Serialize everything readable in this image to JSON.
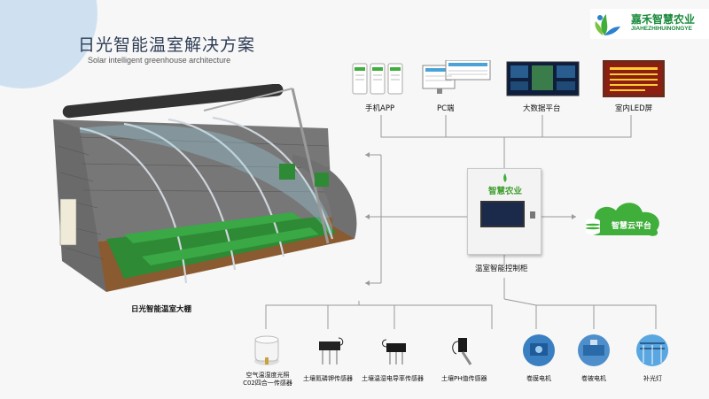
{
  "header": {
    "title": "日光智能温室解决方案",
    "subtitle": "Solar intelligent greenhouse architecture"
  },
  "brand": {
    "name_cn": "嘉禾智慧农业",
    "name_en": "JIAHEZHIHUINONGYE",
    "color": "#1a8a3c"
  },
  "displays": [
    {
      "label": "手机APP",
      "icon": "mobile-app-screens"
    },
    {
      "label": "PC端",
      "icon": "pc-screens"
    },
    {
      "label": "大数据平台",
      "icon": "big-data-dashboard"
    },
    {
      "label": "室内LED屏",
      "icon": "led-screen"
    }
  ],
  "greenhouse": {
    "label": "日光智能温室大棚"
  },
  "controller": {
    "label": "温室智能控制柜",
    "panel_text": "智慧农业"
  },
  "cloud": {
    "label": "智慧云平台"
  },
  "sensors": [
    {
      "label_line1": "空气温湿度光照",
      "label_line2": "C02四合一传感器"
    },
    {
      "label_line1": "土壤氮磷钾传感器",
      "label_line2": ""
    },
    {
      "label_line1": "土壤温湿电导率传感器",
      "label_line2": ""
    },
    {
      "label_line1": "土壤PH值传感器",
      "label_line2": ""
    }
  ],
  "actuators": [
    {
      "label": "卷膜电机"
    },
    {
      "label": "卷被电机"
    },
    {
      "label": "补光灯"
    }
  ],
  "colors": {
    "accent_green": "#3d9e2c",
    "title": "#2f3d55",
    "cloud": "#3fae3a",
    "line": "#9a9a9a"
  }
}
